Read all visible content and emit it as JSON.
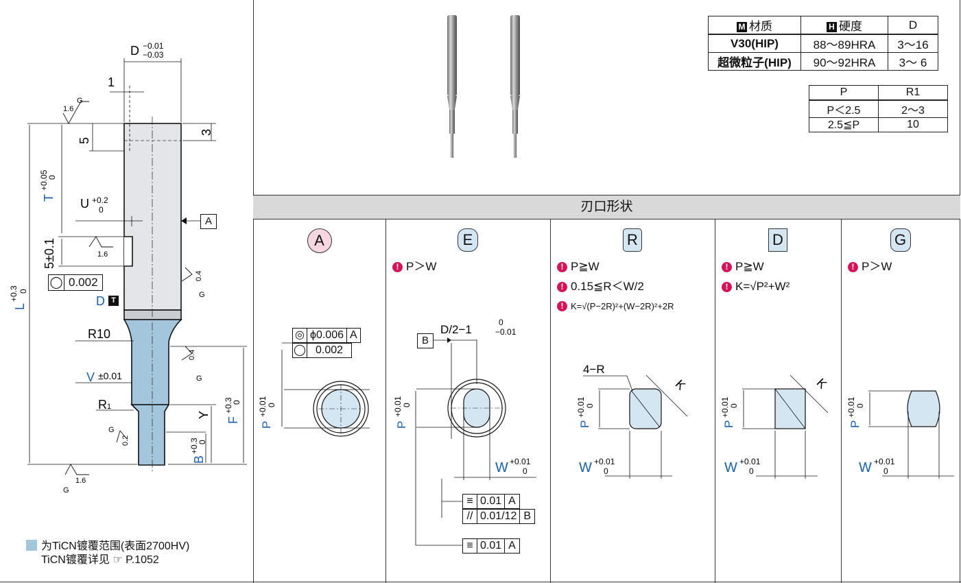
{
  "main_drawing": {
    "d_label": "D",
    "d_tol_up": "−0.01",
    "d_tol_low": "−0.03",
    "dim_1": "1",
    "dim_5": "5",
    "dim_3": "3",
    "t_label": "T",
    "t_tol_up": "+0.05",
    "t_tol_low": "0",
    "u_label": "U",
    "u_tol_up": "+0.2",
    "u_tol_low": "0",
    "five_label": "5±0.1",
    "l_label": "L",
    "l_tol_up": "+0.3",
    "l_tol_low": "0",
    "circ_tol": "0.002",
    "d_t_label": "D",
    "t_badge": "T",
    "r10": "R10",
    "v_label": "V",
    "v_tol": "±0.01",
    "r1": "R",
    "r1_sub": "1",
    "f_label": "F",
    "f_tol_up": "+0.3",
    "f_tol_low": "0",
    "y_label": "Y",
    "b_label": "B",
    "b_tol_up": "+0.3",
    "b_tol_low": "0",
    "datum_a": "A",
    "g": "G",
    "rough_16": "1.6",
    "rough_04": "0.4",
    "rough_02": "0.2"
  },
  "legend": {
    "line1": "为TiCN镀覆范围(表面2700HV)",
    "line2": "TiCN镀覆详见",
    "page_ref": "P.1052"
  },
  "material_table": {
    "headers": [
      {
        "badge": "M",
        "text": "材质"
      },
      {
        "badge": "H",
        "text": "硬度"
      },
      {
        "badge": "",
        "text": "D"
      }
    ],
    "rows": [
      [
        "V30(HIP)",
        "88～89HRA",
        "3～16"
      ],
      [
        "超微粒子(HIP)",
        "90～92HRA",
        "3～ 6"
      ]
    ]
  },
  "pr_table": {
    "headers": [
      "P",
      "R1"
    ],
    "rows": [
      [
        "P＜2.5",
        "2～3"
      ],
      [
        "2.5≦P",
        "10"
      ]
    ]
  },
  "section_title": "刃口形状",
  "shapes": [
    {
      "code": "A",
      "bg": "#f6d6e0",
      "notes": []
    },
    {
      "code": "E",
      "bg": "#d5e6f3",
      "notes": [
        "P＞W"
      ]
    },
    {
      "code": "R",
      "bg": "#d5e6f3",
      "notes": [
        "P≧W",
        "0.15≦R＜W/2",
        "K=√(P−2R)²+(W−2R)²+2R"
      ]
    },
    {
      "code": "D",
      "bg": "#d5e6f3",
      "notes": [
        "P≧W",
        "K=√P²+W²"
      ]
    },
    {
      "code": "G",
      "bg": "#d5e6f3",
      "notes": [
        "P＞W"
      ]
    }
  ],
  "shape_a": {
    "coax": "ϕ0.006",
    "datum": "A",
    "circ": "0.002",
    "p_label": "P",
    "p_tol_up": "+0.01",
    "p_tol_low": "0"
  },
  "shape_e": {
    "top_dim": "D/2−1",
    "top_tol_up": "0",
    "top_tol_low": "−0.01",
    "datum_b": "B",
    "sym1_val": "0.01",
    "sym1_ref": "A",
    "par_val": "0.01/12",
    "par_ref": "B",
    "sym2_val": "0.01",
    "sym2_ref": "A",
    "w_label": "W",
    "w_tol_up": "+0.01",
    "w_tol_low": "0",
    "p_label": "P",
    "p_tol_up": "+0.01",
    "p_tol_low": "0"
  },
  "shape_r": {
    "corner": "4−R",
    "k": "K"
  },
  "shape_d": {
    "k": "K"
  }
}
